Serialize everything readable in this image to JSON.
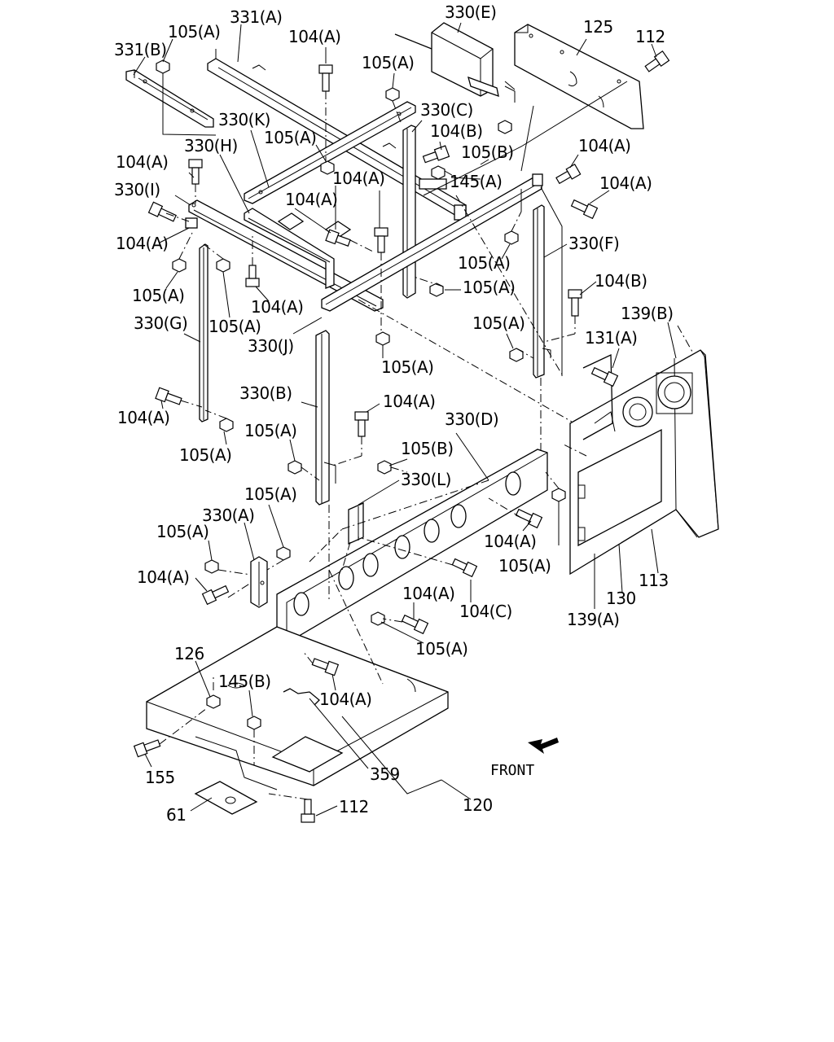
{
  "diagram": {
    "labels": [
      {
        "id": "l1",
        "text": "331(A)"
      },
      {
        "id": "l2",
        "text": "105(A)"
      },
      {
        "id": "l3",
        "text": "331(B)"
      },
      {
        "id": "l4",
        "text": "104(A)"
      },
      {
        "id": "l5",
        "text": "330(E)"
      },
      {
        "id": "l6",
        "text": "105(A)"
      },
      {
        "id": "l7",
        "text": "125"
      },
      {
        "id": "l8",
        "text": "112"
      },
      {
        "id": "l9",
        "text": "330(C)"
      },
      {
        "id": "l10",
        "text": "330(K)"
      },
      {
        "id": "l11",
        "text": "104(B)"
      },
      {
        "id": "l12",
        "text": "105(A)"
      },
      {
        "id": "l13",
        "text": "105(B)"
      },
      {
        "id": "l14",
        "text": "104(A)"
      },
      {
        "id": "l15",
        "text": "330(H)"
      },
      {
        "id": "l16",
        "text": "145(A)"
      },
      {
        "id": "l17",
        "text": "104(A)"
      },
      {
        "id": "l18",
        "text": "104(A)"
      },
      {
        "id": "l19",
        "text": "330(I)"
      },
      {
        "id": "l20",
        "text": "104(A)"
      },
      {
        "id": "l21",
        "text": "104(A)"
      },
      {
        "id": "l22",
        "text": "104(A)"
      },
      {
        "id": "l23",
        "text": "330(F)"
      },
      {
        "id": "l24",
        "text": "105(A)"
      },
      {
        "id": "l25",
        "text": "105(A)"
      },
      {
        "id": "l26",
        "text": "105(A)"
      },
      {
        "id": "l27",
        "text": "104(A)"
      },
      {
        "id": "l28",
        "text": "104(B)"
      },
      {
        "id": "l29",
        "text": "330(G)"
      },
      {
        "id": "l30",
        "text": "105(A)"
      },
      {
        "id": "l31",
        "text": "139(B)"
      },
      {
        "id": "l32",
        "text": "330(J)"
      },
      {
        "id": "l33",
        "text": "105(A)"
      },
      {
        "id": "l34",
        "text": "131(A)"
      },
      {
        "id": "l35",
        "text": "105(A)"
      },
      {
        "id": "l36",
        "text": "330(B)"
      },
      {
        "id": "l37",
        "text": "104(A)"
      },
      {
        "id": "l38",
        "text": "104(A)"
      },
      {
        "id": "l39",
        "text": "330(D)"
      },
      {
        "id": "l40",
        "text": "105(A)"
      },
      {
        "id": "l41",
        "text": "105(A)"
      },
      {
        "id": "l42",
        "text": "105(B)"
      },
      {
        "id": "l43",
        "text": "330(L)"
      },
      {
        "id": "l44",
        "text": "105(A)"
      },
      {
        "id": "l45",
        "text": "330(A)"
      },
      {
        "id": "l46",
        "text": "105(A)"
      },
      {
        "id": "l47",
        "text": "104(A)"
      },
      {
        "id": "l48",
        "text": "105(A)"
      },
      {
        "id": "l49",
        "text": "104(A)"
      },
      {
        "id": "l50",
        "text": "113"
      },
      {
        "id": "l51",
        "text": "104(A)"
      },
      {
        "id": "l52",
        "text": "104(C)"
      },
      {
        "id": "l53",
        "text": "130"
      },
      {
        "id": "l54",
        "text": "139(A)"
      },
      {
        "id": "l55",
        "text": "105(A)"
      },
      {
        "id": "l56",
        "text": "126"
      },
      {
        "id": "l57",
        "text": "145(B)"
      },
      {
        "id": "l58",
        "text": "104(A)"
      },
      {
        "id": "l59",
        "text": "155"
      },
      {
        "id": "l60",
        "text": "359"
      },
      {
        "id": "l61",
        "text": "120"
      },
      {
        "id": "l62",
        "text": "61"
      },
      {
        "id": "l63",
        "text": "112"
      }
    ],
    "front_label": "FRONT"
  }
}
